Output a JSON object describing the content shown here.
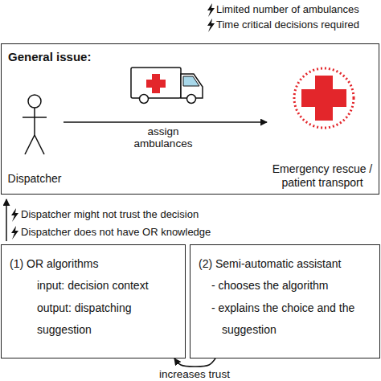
{
  "diagram": {
    "nodes": [
      {
        "text": [
          "General issue:"
        ]
      },
      {
        "text": [
          "Dispatcher"
        ],
        "in": 0
      },
      {
        "text": [
          "Emergency rescue / patient transport"
        ],
        "in": 0
      },
      {
        "text": [
          "(1) OR algorithms",
          "input: decision context",
          "output: dispatching suggestion"
        ]
      },
      {
        "text": [
          "(2) Semi-automatic assistant",
          "- chooses the algorithm",
          "- explains the choice and the suggestion"
        ]
      }
    ],
    "edges": [
      {
        "from": 1,
        "to": 2,
        "label": "assign ambulances",
        "arrow": "to"
      },
      {
        "from": 4,
        "to": 3,
        "label": "increases trust",
        "arrow": "to"
      }
    ],
    "labels": [
      "Limited number of ambulances",
      "Time critical decisions required",
      "Dispatcher might not trust the decision",
      "Dispatcher does not have OR knowledge"
    ]
  }
}
